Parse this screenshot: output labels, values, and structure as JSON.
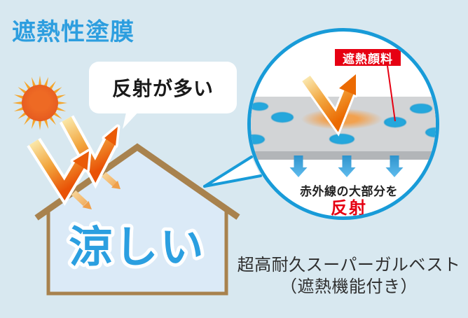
{
  "title": "遮熱性塗膜",
  "speech_bubble": {
    "text": "反射が多い"
  },
  "house": {
    "label": "涼しい"
  },
  "magnifier": {
    "pigment_label": "遮熱顔料",
    "caption": "赤外線の大部分を",
    "caption_emphasis": "反射"
  },
  "footer": {
    "line1": "超高耐久スーパーガルベスト",
    "line2": "（遮熱機能付き）"
  },
  "colors": {
    "background": "#d8e8f0",
    "title_blue": "#2d9edf",
    "cool_text_blue": "#2b9fe0",
    "house_outline_brown": "#a8824e",
    "house_fill": "#dbeaf7",
    "circle_border_blue": "#189bd8",
    "heat_arrow_orange": "#e95206",
    "heat_arrow_pale": "#fae7a8",
    "sun_ray": "#f5a52b",
    "sun_body": "#e2571f",
    "pigment_dot_blue": "#1d9fd6",
    "label_red": "#e60012",
    "coating_gray": "#d2d4d6",
    "substrate_gray": "#b2b5b8",
    "infrared_arrow_blue": "#3fa3dc",
    "footer_text": "#2e2e2e"
  },
  "icons": {
    "sun": "sun-icon",
    "bounce_arrows": "heat-bounce-arrow-icon",
    "pass_arrows": "heat-pass-arrow-icon",
    "inset_bounce_arrow": "pigment-bounce-arrow-icon",
    "infrared_down_arrows": "infrared-down-arrow-icon",
    "pigment_dots": "pigment-dot",
    "magnifier": "magnifier-circle"
  }
}
